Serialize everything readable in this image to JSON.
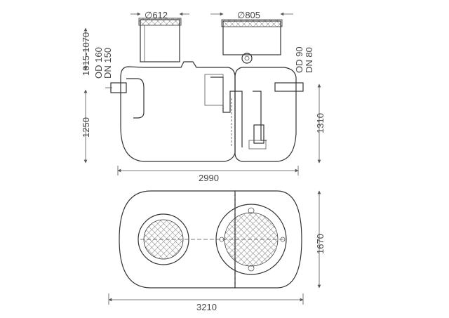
{
  "dimensions": {
    "opening_left": "612",
    "opening_right": "805",
    "diameter_symbol": "∅",
    "cover_height": "1015-1070",
    "inlet_od": "OD 160",
    "inlet_dn": "DN 150",
    "outlet_od": "OD 90",
    "outlet_dn": "DN 80",
    "left_depth": "1250",
    "right_depth": "1310",
    "length_side": "2990",
    "length_top": "3210",
    "width_top": "1670"
  }
}
